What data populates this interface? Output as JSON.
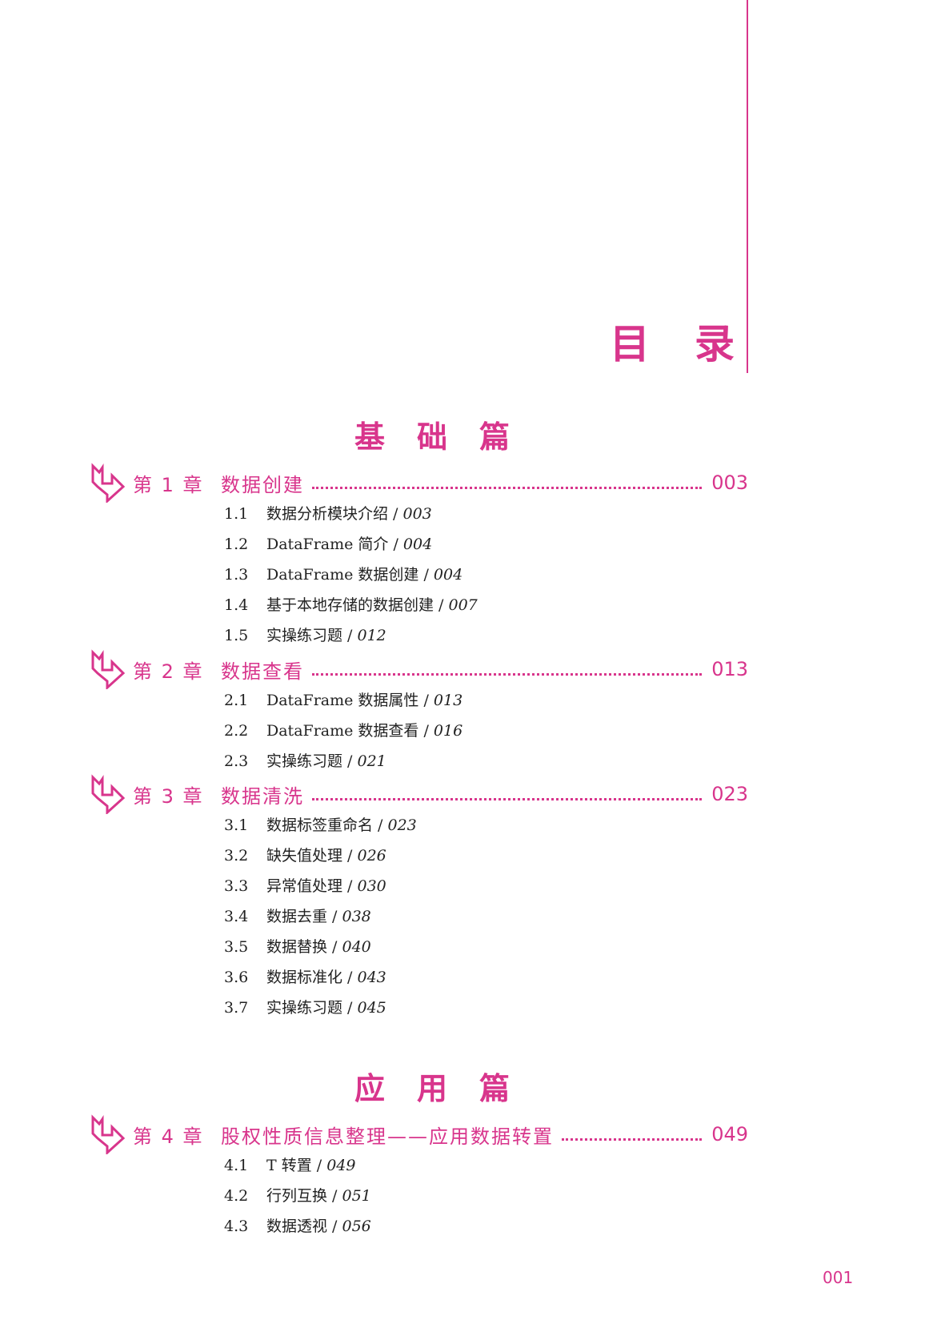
{
  "title_chars": [
    "目",
    "录"
  ],
  "parts": [
    {
      "label": "基础篇",
      "chapters": [
        {
          "num": "第 1 章",
          "title": "数据创建",
          "page": "003",
          "sections": [
            {
              "num": "1.1",
              "title": "数据分析模块介绍",
              "page": "003"
            },
            {
              "num": "1.2",
              "title": "DataFrame 简介",
              "page": "004"
            },
            {
              "num": "1.3",
              "title": "DataFrame 数据创建",
              "page": "004"
            },
            {
              "num": "1.4",
              "title": "基于本地存储的数据创建",
              "page": "007"
            },
            {
              "num": "1.5",
              "title": "实操练习题",
              "page": "012"
            }
          ]
        },
        {
          "num": "第 2 章",
          "title": "数据查看",
          "page": "013",
          "sections": [
            {
              "num": "2.1",
              "title": "DataFrame 数据属性",
              "page": "013"
            },
            {
              "num": "2.2",
              "title": "DataFrame 数据查看",
              "page": "016"
            },
            {
              "num": "2.3",
              "title": "实操练习题",
              "page": "021"
            }
          ]
        },
        {
          "num": "第 3 章",
          "title": "数据清洗",
          "page": "023",
          "sections": [
            {
              "num": "3.1",
              "title": "数据标签重命名",
              "page": "023"
            },
            {
              "num": "3.2",
              "title": "缺失值处理",
              "page": "026"
            },
            {
              "num": "3.3",
              "title": "异常值处理",
              "page": "030"
            },
            {
              "num": "3.4",
              "title": "数据去重",
              "page": "038"
            },
            {
              "num": "3.5",
              "title": "数据替换",
              "page": "040"
            },
            {
              "num": "3.6",
              "title": "数据标准化",
              "page": "043"
            },
            {
              "num": "3.7",
              "title": "实操练习题",
              "page": "045"
            }
          ]
        }
      ]
    },
    {
      "label": "应用篇",
      "chapters": [
        {
          "num": "第 4 章",
          "title": "股权性质信息整理——应用数据转置",
          "page": "049",
          "sections": [
            {
              "num": "4.1",
              "title": "T 转置",
              "page": "049"
            },
            {
              "num": "4.2",
              "title": "行列互换",
              "page": "051"
            },
            {
              "num": "4.3",
              "title": "数据透视",
              "page": "056"
            }
          ]
        }
      ]
    }
  ],
  "folio": "001",
  "colors": {
    "accent": "#d8358c",
    "text": "#222222"
  }
}
